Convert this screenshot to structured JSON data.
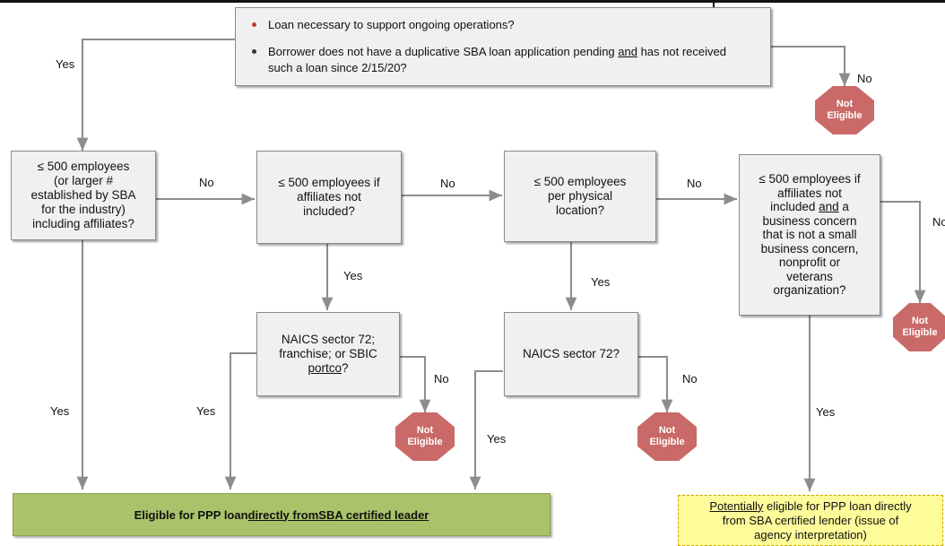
{
  "colors": {
    "box_fill": "#f0f0f0",
    "not_eligible": "#c96a68",
    "eligible_fill": "#a9c36a",
    "potential_fill": "#fdfb9a",
    "bullet_red": "#c0392b",
    "bullet_dark": "#333333"
  },
  "top": {
    "bullet1": "Loan necessary to support ongoing operations?",
    "bullet2_a": "Borrower does not have a duplicative SBA loan application pending ",
    "bullet2_and": "and",
    "bullet2_b": " has not received such a loan since 2/15/20?"
  },
  "box1": [
    "≤ 500 employees",
    "(or larger #",
    "established by SBA",
    "for the industry)",
    "including affiliates?"
  ],
  "box2": [
    "≤ 500 employees if",
    "affiliates not",
    "included?"
  ],
  "box3": [
    "≤ 500 employees",
    "per physical",
    "location?"
  ],
  "box4": {
    "l1": "≤ 500 employees if",
    "l2": "affiliates not",
    "l3a": "included ",
    "l3and": "and",
    "l3b": " a",
    "l4": "business concern",
    "l5": "that is not a small",
    "l6": "business concern,",
    "l7": "nonprofit or",
    "l8": "veterans",
    "l9": "organization?"
  },
  "box5": {
    "l1": "NAICS sector 72;",
    "l2": "franchise; or SBIC",
    "l3a": "portco",
    "l3b": "?"
  },
  "box6": "NAICS sector 72?",
  "not_eligible": {
    "l1": "Not",
    "l2": "Eligible"
  },
  "labels": {
    "yes": "Yes",
    "no": "No",
    "no_cut": "No"
  },
  "eligible": {
    "a": "Eligible for PPP loan ",
    "b": "directly fromSBA certified leader"
  },
  "potential": {
    "l1a": "Potentially",
    "l1b": " eligible for PPP loan directly",
    "l2": "from SBA certified lender (issue of",
    "l3": "agency interpretation)"
  }
}
